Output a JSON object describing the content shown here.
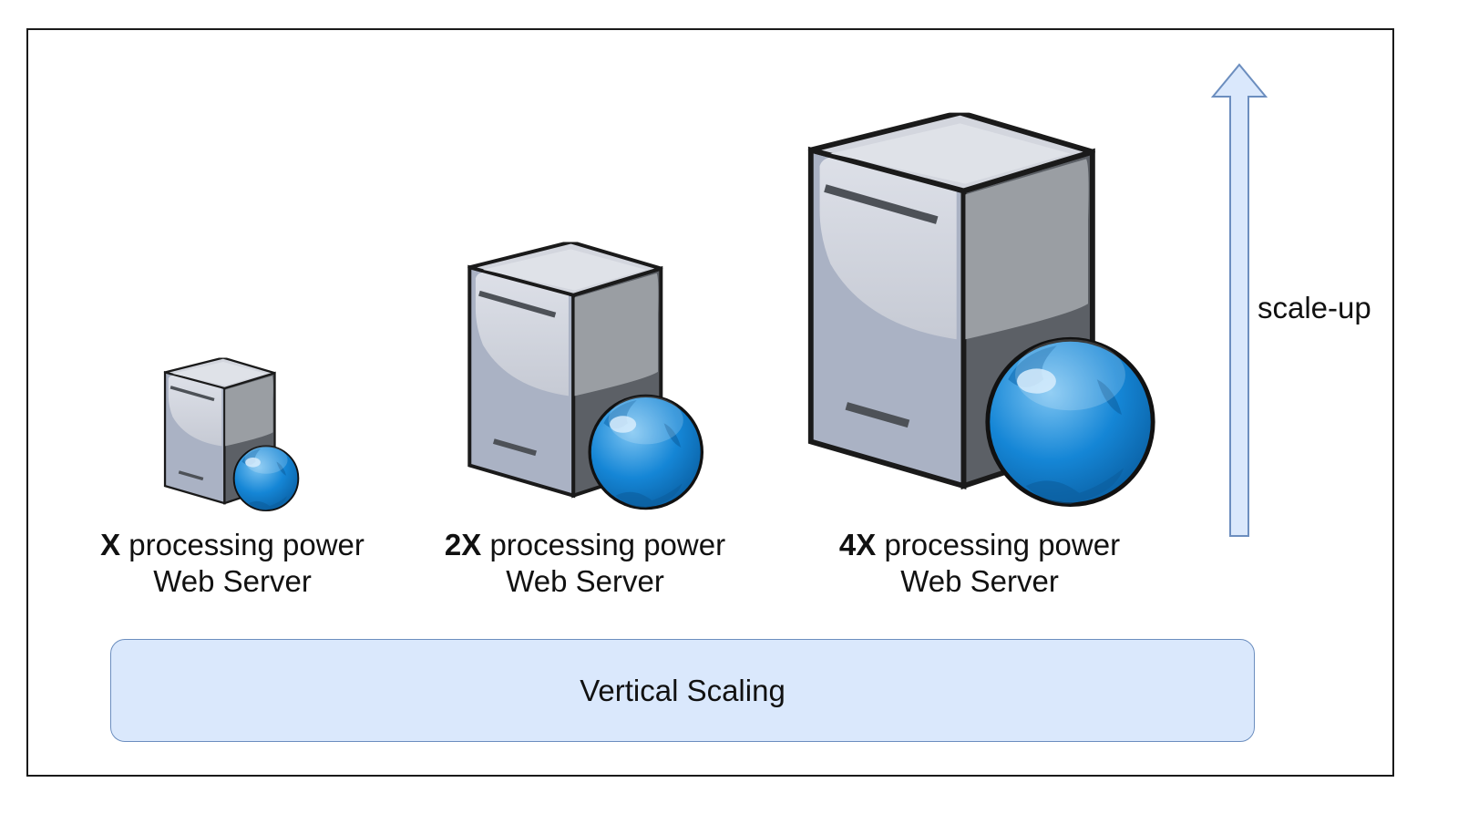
{
  "servers": [
    {
      "multiplier": "X",
      "power_text": " processing power",
      "role": "Web Server",
      "icon": "web-server-icon"
    },
    {
      "multiplier": "2X",
      "power_text": " processing power",
      "role": "Web Server",
      "icon": "web-server-icon"
    },
    {
      "multiplier": "4X",
      "power_text": " processing power",
      "role": "Web Server",
      "icon": "web-server-icon"
    }
  ],
  "arrow": {
    "label": "scale-up",
    "icon": "up-arrow-icon",
    "fill": "#dae8fc",
    "stroke": "#6c8ebf"
  },
  "banner": {
    "label": "Vertical Scaling",
    "fill": "#dae8fc",
    "stroke": "#6c8ebf"
  },
  "colors": {
    "server_light": "#d3d6de",
    "server_side": "#9a9ea3",
    "server_dark": "#5c6066",
    "globe": "#1f86d0"
  }
}
